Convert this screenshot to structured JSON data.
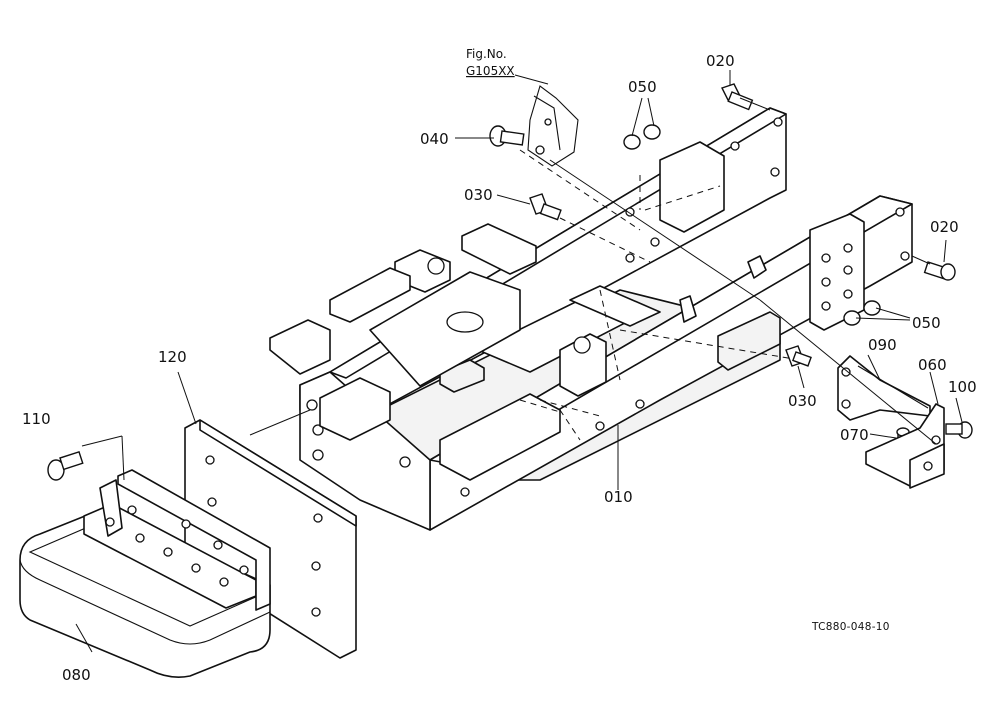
{
  "figure_ref": {
    "line1": "Fig.No.",
    "line2": "G105XX"
  },
  "drawing_code": "TC880-048-10",
  "labels": {
    "p010": "010",
    "p020_top": "020",
    "p020_right": "020",
    "p030_left": "030",
    "p030_right": "030",
    "p040": "040",
    "p050_top": "050",
    "p050_right": "050",
    "p060": "060",
    "p070": "070",
    "p080": "080",
    "p090": "090",
    "p100": "100",
    "p110": "110",
    "p120": "120"
  }
}
